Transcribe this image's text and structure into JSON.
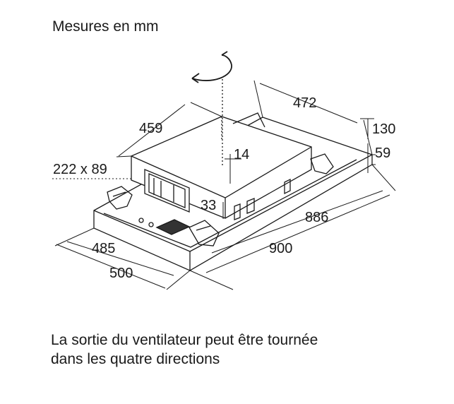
{
  "title": "Mesures en mm",
  "caption": {
    "line1": "La sortie du ventilateur peut être tournée",
    "line2": "dans les quatre directions"
  },
  "dimensions": {
    "top_width": "472",
    "top_depth": "459",
    "height": "130",
    "frame_height": "59",
    "outlet_offset": "14",
    "outlet_size": "222 x 89",
    "outlet_base": "33",
    "length_inner": "886",
    "length_outer": "900",
    "depth_inner": "485",
    "depth_outer": "500"
  }
}
